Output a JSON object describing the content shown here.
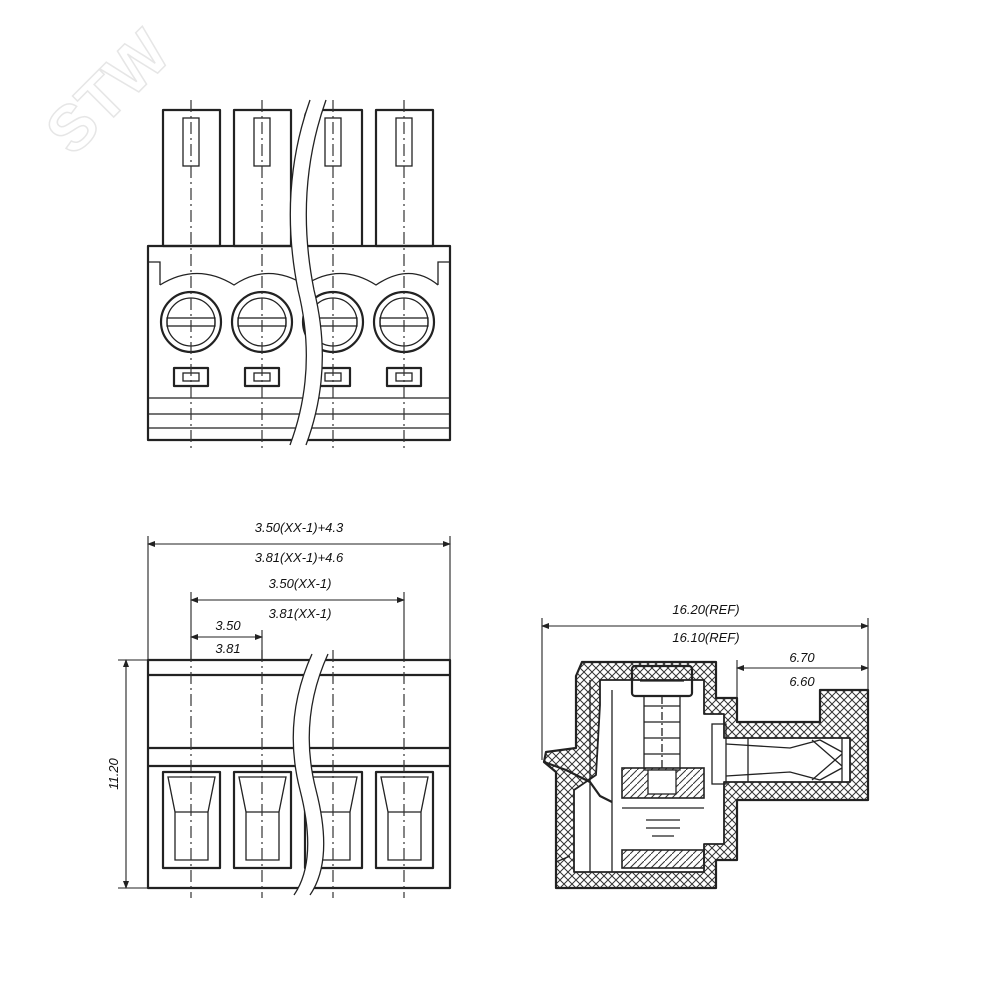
{
  "watermark": "STW",
  "front_view": {
    "dimensions": {
      "overall_width_350": "3.50(XX-1)+4.3",
      "overall_width_381": "3.81(XX-1)+4.6",
      "span_350": "3.50(XX-1)",
      "span_381": "3.81(XX-1)",
      "pitch_350": "3.50",
      "pitch_381": "3.81",
      "height": "11.20"
    }
  },
  "side_view": {
    "dimensions": {
      "length_1620": "16.20(REF)",
      "length_1610": "16.10(REF)",
      "pin_670": "6.70",
      "pin_660": "6.60"
    }
  },
  "colors": {
    "line": "#222222",
    "hatch": "#333333",
    "background": "#ffffff"
  }
}
